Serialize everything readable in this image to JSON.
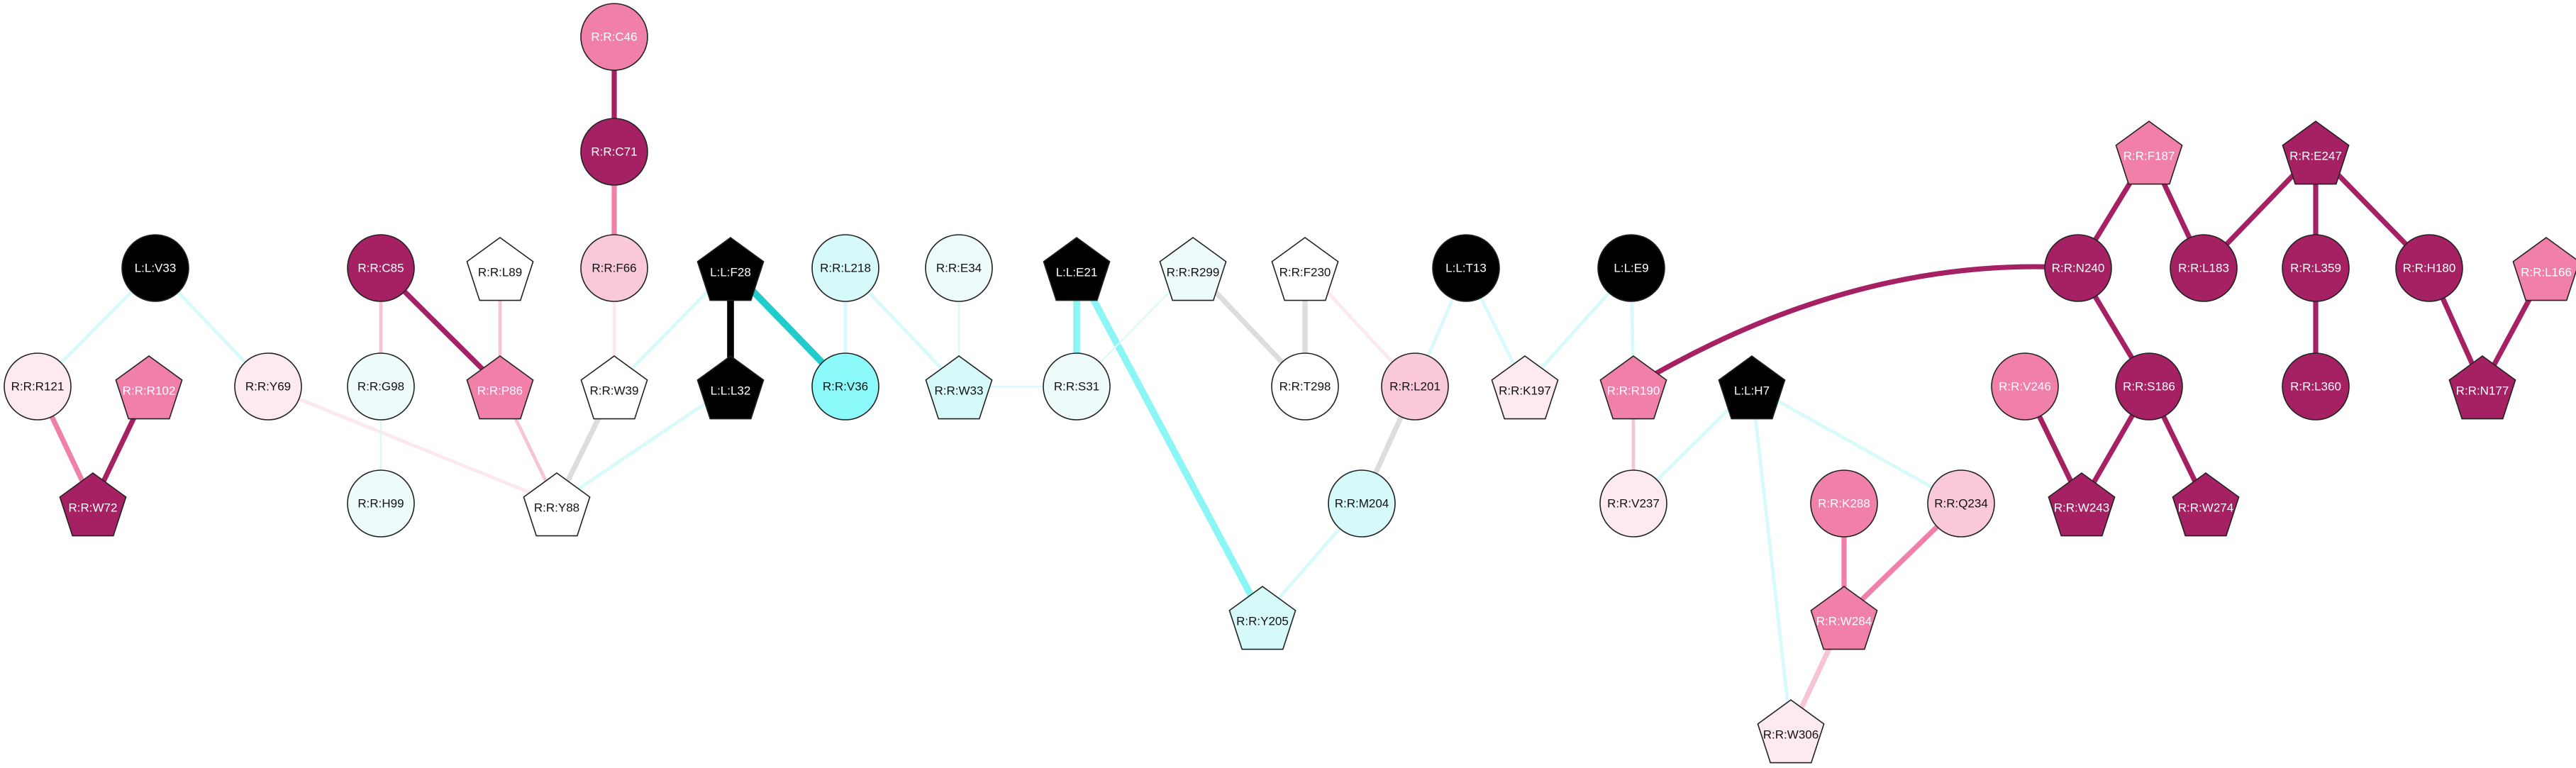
{
  "palette": {
    "black": "#000000",
    "magenta_dark": "#a52163",
    "magenta": "#f07fa9",
    "pink_light": "#f9c8da",
    "pink_pale": "#fdeaf1",
    "white": "#ffffff",
    "cyan_strong": "#8cfafa",
    "cyan_light": "#d6fafa",
    "cyan_pale": "#eefbfb",
    "edge_magenta_dark": "#a52163",
    "edge_magenta": "#f07fa9",
    "edge_pink": "#f7c4d7",
    "edge_pink_pale": "#fce8ef",
    "edge_gray": "#dddddd",
    "edge_cyan_strong": "#22cccc",
    "edge_cyan": "#8cf5f5",
    "edge_cyan_pale": "#d8fafa"
  },
  "nodes": [
    {
      "id": "LV33",
      "label": "L:L:V33",
      "shape": "circle",
      "fill": "black"
    },
    {
      "id": "RR121",
      "label": "R:R:R121",
      "shape": "circle",
      "fill": "pink_pale"
    },
    {
      "id": "RR102",
      "label": "R:R:R102",
      "shape": "pentagon",
      "fill": "magenta"
    },
    {
      "id": "RW72",
      "label": "R:R:W72",
      "shape": "pentagon",
      "fill": "magenta_dark"
    },
    {
      "id": "RY69",
      "label": "R:R:Y69",
      "shape": "circle",
      "fill": "pink_pale"
    },
    {
      "id": "RC85",
      "label": "R:R:C85",
      "shape": "circle",
      "fill": "magenta_dark"
    },
    {
      "id": "RG98",
      "label": "R:R:G98",
      "shape": "circle",
      "fill": "cyan_pale"
    },
    {
      "id": "RH99",
      "label": "R:R:H99",
      "shape": "circle",
      "fill": "cyan_pale"
    },
    {
      "id": "RL89",
      "label": "R:R:L89",
      "shape": "pentagon",
      "fill": "white"
    },
    {
      "id": "RP86",
      "label": "R:R:P86",
      "shape": "pentagon",
      "fill": "magenta"
    },
    {
      "id": "RC46",
      "label": "R:R:C46",
      "shape": "circle",
      "fill": "magenta"
    },
    {
      "id": "RC71",
      "label": "R:R:C71",
      "shape": "circle",
      "fill": "magenta_dark"
    },
    {
      "id": "RF66",
      "label": "R:R:F66",
      "shape": "circle",
      "fill": "pink_light"
    },
    {
      "id": "RW39",
      "label": "R:R:W39",
      "shape": "pentagon",
      "fill": "white"
    },
    {
      "id": "RY88",
      "label": "R:R:Y88",
      "shape": "pentagon",
      "fill": "white"
    },
    {
      "id": "LF28",
      "label": "L:L:F28",
      "shape": "pentagon",
      "fill": "black"
    },
    {
      "id": "LL32",
      "label": "L:L:L32",
      "shape": "pentagon",
      "fill": "black"
    },
    {
      "id": "RL218",
      "label": "R:R:L218",
      "shape": "circle",
      "fill": "cyan_light"
    },
    {
      "id": "RV36",
      "label": "R:R:V36",
      "shape": "circle",
      "fill": "cyan_strong"
    },
    {
      "id": "RE34",
      "label": "R:R:E34",
      "shape": "circle",
      "fill": "cyan_pale"
    },
    {
      "id": "RW33",
      "label": "R:R:W33",
      "shape": "pentagon",
      "fill": "cyan_light"
    },
    {
      "id": "LE21",
      "label": "L:L:E21",
      "shape": "pentagon",
      "fill": "black"
    },
    {
      "id": "RS31",
      "label": "R:R:S31",
      "shape": "circle",
      "fill": "cyan_pale"
    },
    {
      "id": "RR299",
      "label": "R:R:R299",
      "shape": "pentagon",
      "fill": "cyan_pale"
    },
    {
      "id": "RF230",
      "label": "R:R:F230",
      "shape": "pentagon",
      "fill": "white"
    },
    {
      "id": "RT298",
      "label": "R:R:T298",
      "shape": "circle",
      "fill": "white"
    },
    {
      "id": "LT13",
      "label": "L:L:T13",
      "shape": "circle",
      "fill": "black"
    },
    {
      "id": "RL201",
      "label": "R:R:L201",
      "shape": "circle",
      "fill": "pink_light"
    },
    {
      "id": "RM204",
      "label": "R:R:M204",
      "shape": "circle",
      "fill": "cyan_light"
    },
    {
      "id": "RY205",
      "label": "R:R:Y205",
      "shape": "pentagon",
      "fill": "cyan_light"
    },
    {
      "id": "LE9",
      "label": "L:L:E9",
      "shape": "circle",
      "fill": "black"
    },
    {
      "id": "RK197",
      "label": "R:R:K197",
      "shape": "pentagon",
      "fill": "pink_pale"
    },
    {
      "id": "RR190",
      "label": "R:R:R190",
      "shape": "pentagon",
      "fill": "magenta"
    },
    {
      "id": "RV237",
      "label": "R:R:V237",
      "shape": "circle",
      "fill": "pink_pale"
    },
    {
      "id": "LH7",
      "label": "L:L:H7",
      "shape": "pentagon",
      "fill": "black"
    },
    {
      "id": "RK288",
      "label": "R:R:K288",
      "shape": "circle",
      "fill": "magenta"
    },
    {
      "id": "RQ234",
      "label": "R:R:Q234",
      "shape": "circle",
      "fill": "pink_light"
    },
    {
      "id": "RW284",
      "label": "R:R:W284",
      "shape": "pentagon",
      "fill": "magenta"
    },
    {
      "id": "RW306",
      "label": "R:R:W306",
      "shape": "pentagon",
      "fill": "pink_pale"
    },
    {
      "id": "RF187",
      "label": "R:R:F187",
      "shape": "pentagon",
      "fill": "magenta"
    },
    {
      "id": "RE247",
      "label": "R:R:E247",
      "shape": "pentagon",
      "fill": "magenta_dark"
    },
    {
      "id": "RN240",
      "label": "R:R:N240",
      "shape": "circle",
      "fill": "magenta_dark"
    },
    {
      "id": "RL183",
      "label": "R:R:L183",
      "shape": "circle",
      "fill": "magenta_dark"
    },
    {
      "id": "RL359",
      "label": "R:R:L359",
      "shape": "circle",
      "fill": "magenta_dark"
    },
    {
      "id": "RH180",
      "label": "R:R:H180",
      "shape": "circle",
      "fill": "magenta_dark"
    },
    {
      "id": "RL166",
      "label": "R:R:L166",
      "shape": "pentagon",
      "fill": "magenta"
    },
    {
      "id": "RV246",
      "label": "R:R:V246",
      "shape": "circle",
      "fill": "magenta"
    },
    {
      "id": "RS186",
      "label": "R:R:S186",
      "shape": "circle",
      "fill": "magenta_dark"
    },
    {
      "id": "RL360",
      "label": "R:R:L360",
      "shape": "circle",
      "fill": "magenta_dark"
    },
    {
      "id": "RW243",
      "label": "R:R:W243",
      "shape": "pentagon",
      "fill": "magenta_dark"
    },
    {
      "id": "RW274",
      "label": "R:R:W274",
      "shape": "pentagon",
      "fill": "magenta_dark"
    },
    {
      "id": "RN177",
      "label": "R:R:N177",
      "shape": "pentagon",
      "fill": "magenta_dark"
    }
  ],
  "edges": [
    {
      "source": "LV33",
      "target": "RR121",
      "color": "edge_cyan_pale",
      "weight": 2
    },
    {
      "source": "LV33",
      "target": "RY69",
      "color": "edge_cyan_pale",
      "weight": 2
    },
    {
      "source": "RR121",
      "target": "RW72",
      "color": "edge_magenta",
      "weight": 3
    },
    {
      "source": "RR102",
      "target": "RW72",
      "color": "edge_magenta_dark",
      "weight": 3
    },
    {
      "source": "RY69",
      "target": "RY88",
      "color": "edge_pink_pale",
      "weight": 2
    },
    {
      "source": "RC85",
      "target": "RG98",
      "color": "edge_pink",
      "weight": 2
    },
    {
      "source": "RC85",
      "target": "RP86",
      "color": "edge_magenta_dark",
      "weight": 3
    },
    {
      "source": "RG98",
      "target": "RH99",
      "color": "edge_cyan_pale",
      "weight": 1
    },
    {
      "source": "RL89",
      "target": "RP86",
      "color": "edge_pink",
      "weight": 2
    },
    {
      "source": "RP86",
      "target": "RY88",
      "color": "edge_pink",
      "weight": 2
    },
    {
      "source": "RC46",
      "target": "RC71",
      "color": "edge_magenta_dark",
      "weight": 3
    },
    {
      "source": "RC71",
      "target": "RF66",
      "color": "edge_magenta",
      "weight": 3
    },
    {
      "source": "RF66",
      "target": "RW39",
      "color": "edge_pink_pale",
      "weight": 2
    },
    {
      "source": "RW39",
      "target": "RY88",
      "color": "edge_gray",
      "weight": 3
    },
    {
      "source": "LF28",
      "target": "RW39",
      "color": "edge_cyan_pale",
      "weight": 2
    },
    {
      "source": "LF28",
      "target": "LL32",
      "color": "black",
      "weight": 4
    },
    {
      "source": "LF28",
      "target": "RV36",
      "color": "edge_cyan_strong",
      "weight": 4
    },
    {
      "source": "LL32",
      "target": "RY88",
      "color": "edge_cyan_pale",
      "weight": 2
    },
    {
      "source": "RL218",
      "target": "RV36",
      "color": "edge_cyan_pale",
      "weight": 2
    },
    {
      "source": "RL218",
      "target": "RW33",
      "color": "edge_cyan_pale",
      "weight": 2
    },
    {
      "source": "RE34",
      "target": "RW33",
      "color": "edge_cyan_pale",
      "weight": 1
    },
    {
      "source": "LE21",
      "target": "RS31",
      "color": "edge_cyan",
      "weight": 4
    },
    {
      "source": "LE21",
      "target": "RY205",
      "color": "edge_cyan",
      "weight": 4
    },
    {
      "source": "RW33",
      "target": "RS31",
      "color": "edge_cyan_pale",
      "weight": 1
    },
    {
      "source": "RR299",
      "target": "RS31",
      "color": "edge_cyan_pale",
      "weight": 1
    },
    {
      "source": "RR299",
      "target": "RT298",
      "color": "edge_gray",
      "weight": 3
    },
    {
      "source": "RF230",
      "target": "RT298",
      "color": "edge_gray",
      "weight": 3
    },
    {
      "source": "RF230",
      "target": "RL201",
      "color": "edge_pink_pale",
      "weight": 2
    },
    {
      "source": "LT13",
      "target": "RL201",
      "color": "edge_cyan_pale",
      "weight": 2
    },
    {
      "source": "LT13",
      "target": "RK197",
      "color": "edge_cyan_pale",
      "weight": 2
    },
    {
      "source": "RL201",
      "target": "RM204",
      "color": "edge_gray",
      "weight": 3
    },
    {
      "source": "RM204",
      "target": "RY205",
      "color": "edge_cyan_pale",
      "weight": 2
    },
    {
      "source": "LE9",
      "target": "RK197",
      "color": "edge_cyan_pale",
      "weight": 2
    },
    {
      "source": "LE9",
      "target": "RR190",
      "color": "edge_cyan_pale",
      "weight": 2
    },
    {
      "source": "RR190",
      "target": "RV237",
      "color": "edge_pink",
      "weight": 2
    },
    {
      "source": "RR190",
      "target": "RN240",
      "color": "edge_magenta_dark",
      "weight": 3,
      "curve": true
    },
    {
      "source": "LH7",
      "target": "RV237",
      "color": "edge_cyan_pale",
      "weight": 2
    },
    {
      "source": "LH7",
      "target": "RQ234",
      "color": "edge_cyan_pale",
      "weight": 2
    },
    {
      "source": "LH7",
      "target": "RW306",
      "color": "edge_cyan_pale",
      "weight": 2
    },
    {
      "source": "RK288",
      "target": "RW284",
      "color": "edge_magenta",
      "weight": 3
    },
    {
      "source": "RQ234",
      "target": "RW284",
      "color": "edge_magenta",
      "weight": 3
    },
    {
      "source": "RW284",
      "target": "RW306",
      "color": "edge_pink",
      "weight": 3
    },
    {
      "source": "RF187",
      "target": "RN240",
      "color": "edge_magenta_dark",
      "weight": 3
    },
    {
      "source": "RF187",
      "target": "RL183",
      "color": "edge_magenta_dark",
      "weight": 3
    },
    {
      "source": "RE247",
      "target": "RL183",
      "color": "edge_magenta_dark",
      "weight": 3
    },
    {
      "source": "RE247",
      "target": "RL359",
      "color": "edge_magenta_dark",
      "weight": 3
    },
    {
      "source": "RE247",
      "target": "RH180",
      "color": "edge_magenta_dark",
      "weight": 3
    },
    {
      "source": "RN240",
      "target": "RS186",
      "color": "edge_magenta_dark",
      "weight": 3
    },
    {
      "source": "RL359",
      "target": "RL360",
      "color": "edge_magenta_dark",
      "weight": 3
    },
    {
      "source": "RH180",
      "target": "RN177",
      "color": "edge_magenta_dark",
      "weight": 3
    },
    {
      "source": "RL166",
      "target": "RN177",
      "color": "edge_magenta_dark",
      "weight": 3
    },
    {
      "source": "RV246",
      "target": "RW243",
      "color": "edge_magenta_dark",
      "weight": 3
    },
    {
      "source": "RS186",
      "target": "RW243",
      "color": "edge_magenta_dark",
      "weight": 3
    },
    {
      "source": "RS186",
      "target": "RW274",
      "color": "edge_magenta_dark",
      "weight": 3
    }
  ]
}
